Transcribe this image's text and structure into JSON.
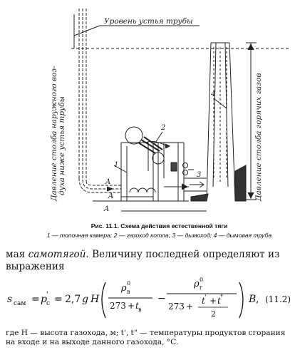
{
  "figure": {
    "top_label": "Уровень устья трубы",
    "left_label_line1": "Давление столба наружного воз-",
    "left_label_line2": "духа ниже устья трубы",
    "right_label": "Давление столба горячих газов",
    "callout_1": "1",
    "callout_2": "2",
    "callout_3": "3",
    "callout_4": "4",
    "callout_A1": "A",
    "callout_A2": "A",
    "callout_A3": "A"
  },
  "caption": {
    "title": "Рис. 11.1. Схема действия естественной тяги",
    "legend": "1 — топочная камера; 2 — газоход котла; 3 — дымоход; 4 — дымовая труба"
  },
  "paragraph": {
    "text_before": "мая ",
    "emphasis": "самотягой",
    "text_after": ". Величину последней определяют из выражения"
  },
  "equation": {
    "lhs": "s",
    "lhs_sub": "сам",
    "eq1": "=",
    "pc": "p",
    "pc_sup": "'",
    "pc_sub": "c",
    "eq2": "=",
    "coef": "2,7",
    "g": "g",
    "H": "H",
    "rho": "ρ",
    "sub_v": "в",
    "sub_g": "г",
    "zero": "0",
    "t": "t",
    "t_sup": "'",
    "t2_sup": "\"",
    "n273": "273",
    "plus": "+",
    "minus": "−",
    "two": "2",
    "B": "B",
    "comma": ",",
    "number": "(11.2)"
  },
  "definitions": {
    "text": "где H — высота газохода, м; t', t\" — температуры продуктов сгорания на входе и на выходе данного газохода, °С."
  }
}
